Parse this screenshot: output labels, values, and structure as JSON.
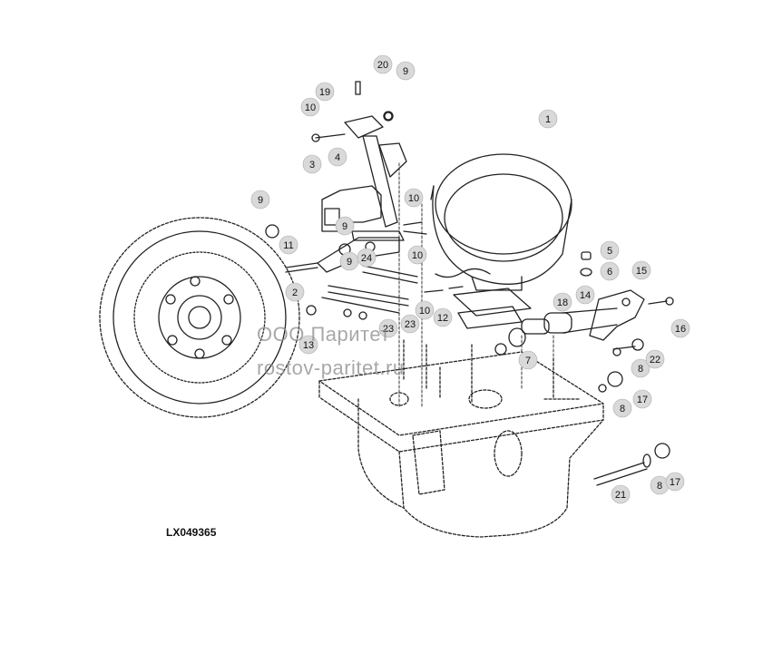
{
  "diagram": {
    "reference_code": "LX049365",
    "watermark_line1": "ООО Паритет",
    "watermark_line2": "rostov-paritet.ru",
    "callouts": [
      {
        "id": "c1",
        "label": "1"
      },
      {
        "id": "c2",
        "label": "2"
      },
      {
        "id": "c3",
        "label": "3"
      },
      {
        "id": "c4",
        "label": "4"
      },
      {
        "id": "c5",
        "label": "5"
      },
      {
        "id": "c6",
        "label": "6"
      },
      {
        "id": "c7",
        "label": "7"
      },
      {
        "id": "c8a",
        "label": "8"
      },
      {
        "id": "c8b",
        "label": "8"
      },
      {
        "id": "c8c",
        "label": "8"
      },
      {
        "id": "c9a",
        "label": "9"
      },
      {
        "id": "c9b",
        "label": "9"
      },
      {
        "id": "c9c",
        "label": "9"
      },
      {
        "id": "c9d",
        "label": "9"
      },
      {
        "id": "c10a",
        "label": "10"
      },
      {
        "id": "c10b",
        "label": "10"
      },
      {
        "id": "c10c",
        "label": "10"
      },
      {
        "id": "c10d",
        "label": "10"
      },
      {
        "id": "c11",
        "label": "11"
      },
      {
        "id": "c12",
        "label": "12"
      },
      {
        "id": "c13",
        "label": "13"
      },
      {
        "id": "c14",
        "label": "14"
      },
      {
        "id": "c15",
        "label": "15"
      },
      {
        "id": "c16",
        "label": "16"
      },
      {
        "id": "c17a",
        "label": "17"
      },
      {
        "id": "c17b",
        "label": "17"
      },
      {
        "id": "c18",
        "label": "18"
      },
      {
        "id": "c19",
        "label": "19"
      },
      {
        "id": "c20",
        "label": "20"
      },
      {
        "id": "c21",
        "label": "21"
      },
      {
        "id": "c22",
        "label": "22"
      },
      {
        "id": "c23a",
        "label": "23"
      },
      {
        "id": "c23b",
        "label": "23"
      },
      {
        "id": "c24",
        "label": "24"
      }
    ]
  }
}
